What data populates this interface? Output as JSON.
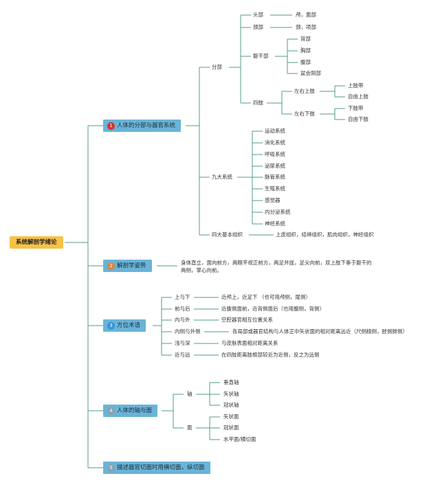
{
  "root": "系统解剖学绪论",
  "colors": {
    "root_bg": "#f7c245",
    "main_bg": "#69b4d8",
    "line": "#4f9e7c"
  },
  "main": [
    {
      "num": "1",
      "label": "人体的分部与器官系统",
      "badge_color": "#d8332b"
    },
    {
      "num": "2",
      "label": "解剖学姿势",
      "badge_color": "#e0843a"
    },
    {
      "num": "3",
      "label": "方位术语",
      "badge_color": "#3596d6"
    },
    {
      "num": "4",
      "label": "人体的轴与面",
      "badge_color": "#8aa2ae"
    },
    {
      "num": "5",
      "label": "描述器官切面时用横切面，纵切面",
      "badge_color": "#8aa2ae"
    }
  ],
  "b1": {
    "fenbu": {
      "label": "分部",
      "tou": "头部",
      "tou_leaf": "颅，面部",
      "jing": "颈部",
      "jing_leaf": "颈，项部",
      "qugan": "躯干部",
      "qugan_leaves": [
        "背部",
        "胸部",
        "腹部",
        "盆会阴部"
      ],
      "sizhi": "四肢",
      "shangzhi": "左右上肢",
      "shangzhi_leaves": [
        "上肢带",
        "自由上肢"
      ],
      "xiazhi": "左右下肢",
      "xiazhi_leaves": [
        "下肢带",
        "自由下肢"
      ]
    },
    "jiuda": {
      "label": "九大系统",
      "items": [
        "运动系统",
        "消化系统",
        "呼吸系统",
        "泌尿系统",
        "脉管系统",
        "生殖系统",
        "感觉器",
        "内分泌系统",
        "神经系统"
      ]
    },
    "zuzhi": {
      "label": "四大基本组织",
      "leaf": "上皮组织，结缔组织，肌肉组织，神经组织"
    }
  },
  "b2": {
    "desc": "身体直立，面向前方，两眼平视正前方，两足并拢，足尖向前，双上肢下垂于躯干的两侧，掌心向前。"
  },
  "b3": {
    "items": [
      {
        "term": "上与下",
        "desc": "近颅上，近足下 （也可用颅侧，尾侧）"
      },
      {
        "term": "前与后",
        "desc": "近腹侧面前，近背侧面后（也用腹侧，背侧）"
      },
      {
        "term": "内与外",
        "desc": "空腔器官相互位置关系"
      },
      {
        "term": "内侧与外侧",
        "desc": "各局部或器官结构与人体正中矢状面的相对距离远近（尺侧桡侧，胫侧腓侧）"
      },
      {
        "term": "浅与深",
        "desc": "与皮肤表面相对距离关系"
      },
      {
        "term": "近与远",
        "desc": "在四肢距离肢根部较近为近侧，反之为远侧"
      }
    ]
  },
  "b4": {
    "zhou": "轴",
    "zhou_leaves": [
      "垂直轴",
      "矢状轴",
      "冠状轴"
    ],
    "mian": "面",
    "mian_leaves": [
      "矢状面",
      "冠状面",
      "水平面/横切面"
    ]
  }
}
